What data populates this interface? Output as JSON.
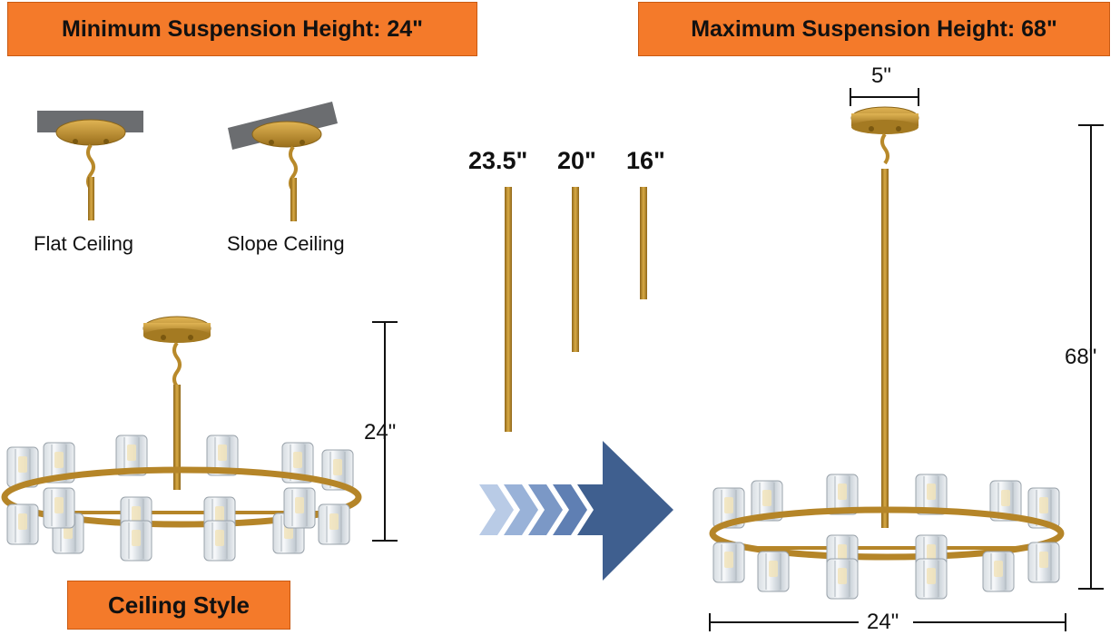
{
  "banners": {
    "min": "Minimum Suspension Height: 24\"",
    "max": "Maximum Suspension Height: 68\"",
    "ceiling_style": "Ceiling Style"
  },
  "ceiling_types": {
    "flat": "Flat Ceiling",
    "slope": "Slope Ceiling"
  },
  "rods": [
    {
      "label": "23.5\""
    },
    {
      "label": "20\""
    },
    {
      "label": "16\""
    }
  ],
  "dimensions": {
    "min_height": "24\"",
    "canopy_width": "5\"",
    "max_height": "68\"",
    "fixture_width": "24\""
  },
  "colors": {
    "accent": "#f47a2a",
    "gold": "#b8892a",
    "arrow": "#3f5f8f"
  }
}
